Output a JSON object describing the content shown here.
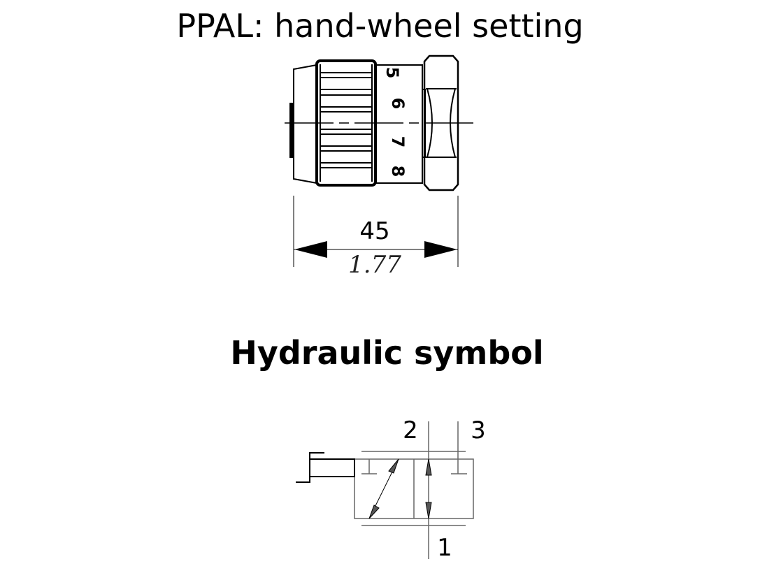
{
  "title": "PPAL: hand-wheel setting",
  "handwheel": {
    "dial_numbers": [
      "5",
      "6",
      "7",
      "8"
    ],
    "dimension_mm": "45",
    "dimension_in": "1.77"
  },
  "symbol_title": "Hydraulic symbol",
  "ports": {
    "port_2": "2",
    "port_3": "3",
    "port_1": "1"
  }
}
